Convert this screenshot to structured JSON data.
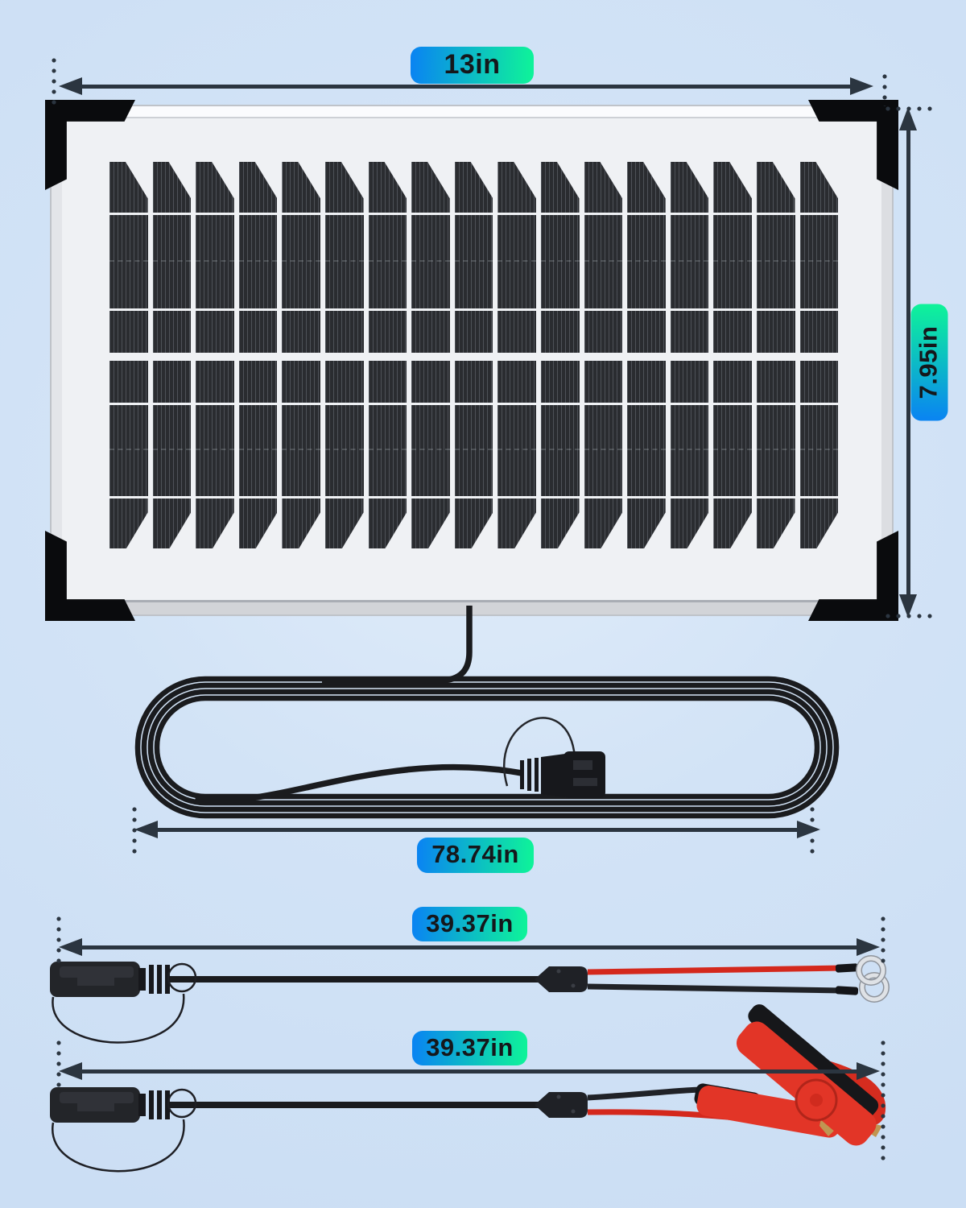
{
  "labels": {
    "panel_width": "13in",
    "panel_height": "7.95in",
    "coil_cable_length": "78.74in",
    "ring_terminal_cable_length": "39.37in",
    "clip_cable_length": "39.37in"
  },
  "panel": {
    "columns": 17
  },
  "colors": {
    "badge_gradient_start": "#0a85f1",
    "badge_gradient_end": "#0ef29a",
    "dimension_line": "#2b3540",
    "background": "#cfe1f5",
    "cable_black": "#1a1b1e",
    "wire_red": "#d4281c",
    "clip_red": "#e23527",
    "ring_silver": "#dfe2e6"
  }
}
